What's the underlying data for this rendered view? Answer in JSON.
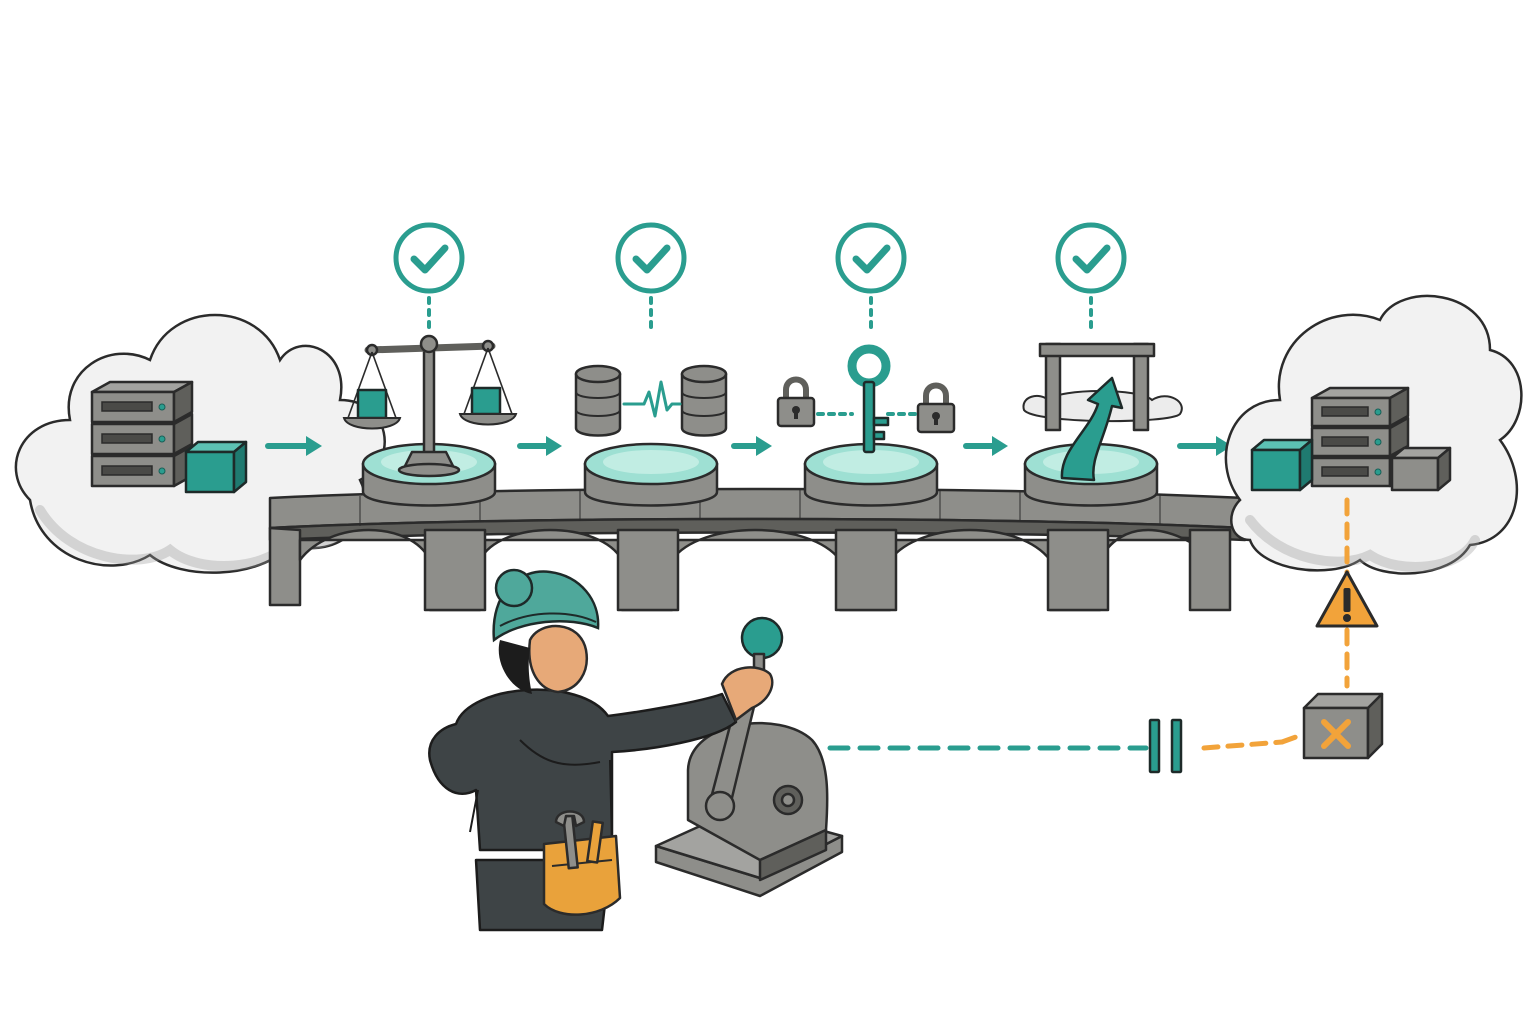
{
  "diagram": {
    "palette": {
      "teal": "#2a9d8f",
      "teal_light": "#8fd6c8",
      "stone": "#8e8e8a",
      "stone_dark": "#5f5f5b",
      "outline": "#2b2b2b",
      "warning": "#f2a33a",
      "cloud_shade": "#cfcfcf",
      "jacket": "#3e4446",
      "belt": "#e9a23b"
    },
    "source": {
      "icons": [
        "server-stack-icon",
        "data-cube-icon"
      ]
    },
    "destination": {
      "icons": [
        "server-stack-icon",
        "data-cube-icon",
        "storage-block-icon"
      ]
    },
    "stages": [
      {
        "icon": "balance-scale-icon",
        "status": "passed",
        "status_icon": "check-icon"
      },
      {
        "icon": "database-sync-icon",
        "status": "passed",
        "status_icon": "check-icon"
      },
      {
        "icon": "key-lock-icon",
        "status": "passed",
        "status_icon": "check-icon"
      },
      {
        "icon": "gateway-route-icon",
        "status": "passed",
        "status_icon": "check-icon"
      }
    ],
    "alert": {
      "icon": "warning-triangle-icon",
      "blocked_icon": "blocked-crate-icon",
      "mark_icon": "x-mark-icon"
    },
    "control": {
      "icons": [
        "operator-figure",
        "rollback-lever-icon",
        "pause-icon"
      ]
    }
  }
}
